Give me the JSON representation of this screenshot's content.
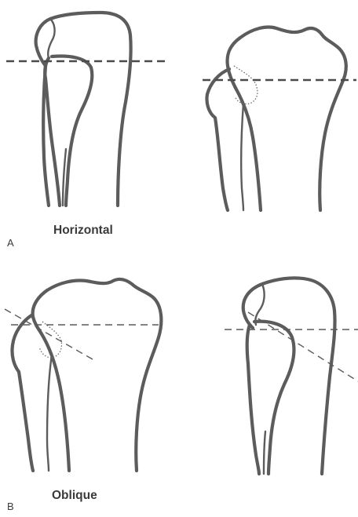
{
  "panels": [
    {
      "letter": "A",
      "caption": "Horizontal",
      "cut_style": "horizontal"
    },
    {
      "letter": "B",
      "caption": "Oblique",
      "cut_style": "oblique"
    }
  ],
  "colors": {
    "bone_outline": "#5c5c5c",
    "cut_line": "#4a4a4a",
    "text": "#3a3a3a",
    "background": "#ffffff"
  }
}
